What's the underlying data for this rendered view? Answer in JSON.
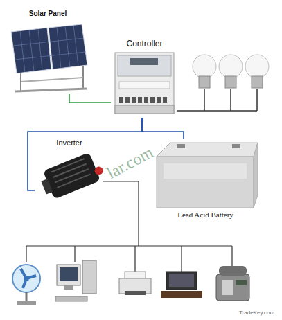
{
  "diagram": {
    "nodes": [
      {
        "text": [
          "Solar Panel"
        ]
      },
      {
        "text": [
          "Controller"
        ]
      },
      {
        "text": [
          "Inverter"
        ]
      },
      {
        "text": [
          "Lead Acid Battery"
        ]
      }
    ],
    "edges": [
      {
        "from": 0,
        "to": 1,
        "arrow": "none"
      },
      {
        "from": 1,
        "to": 2,
        "arrow": "none"
      },
      {
        "from": 1,
        "to": 3,
        "arrow": "none"
      }
    ],
    "labels": [
      "lar.com",
      "TradeKey.com"
    ]
  }
}
